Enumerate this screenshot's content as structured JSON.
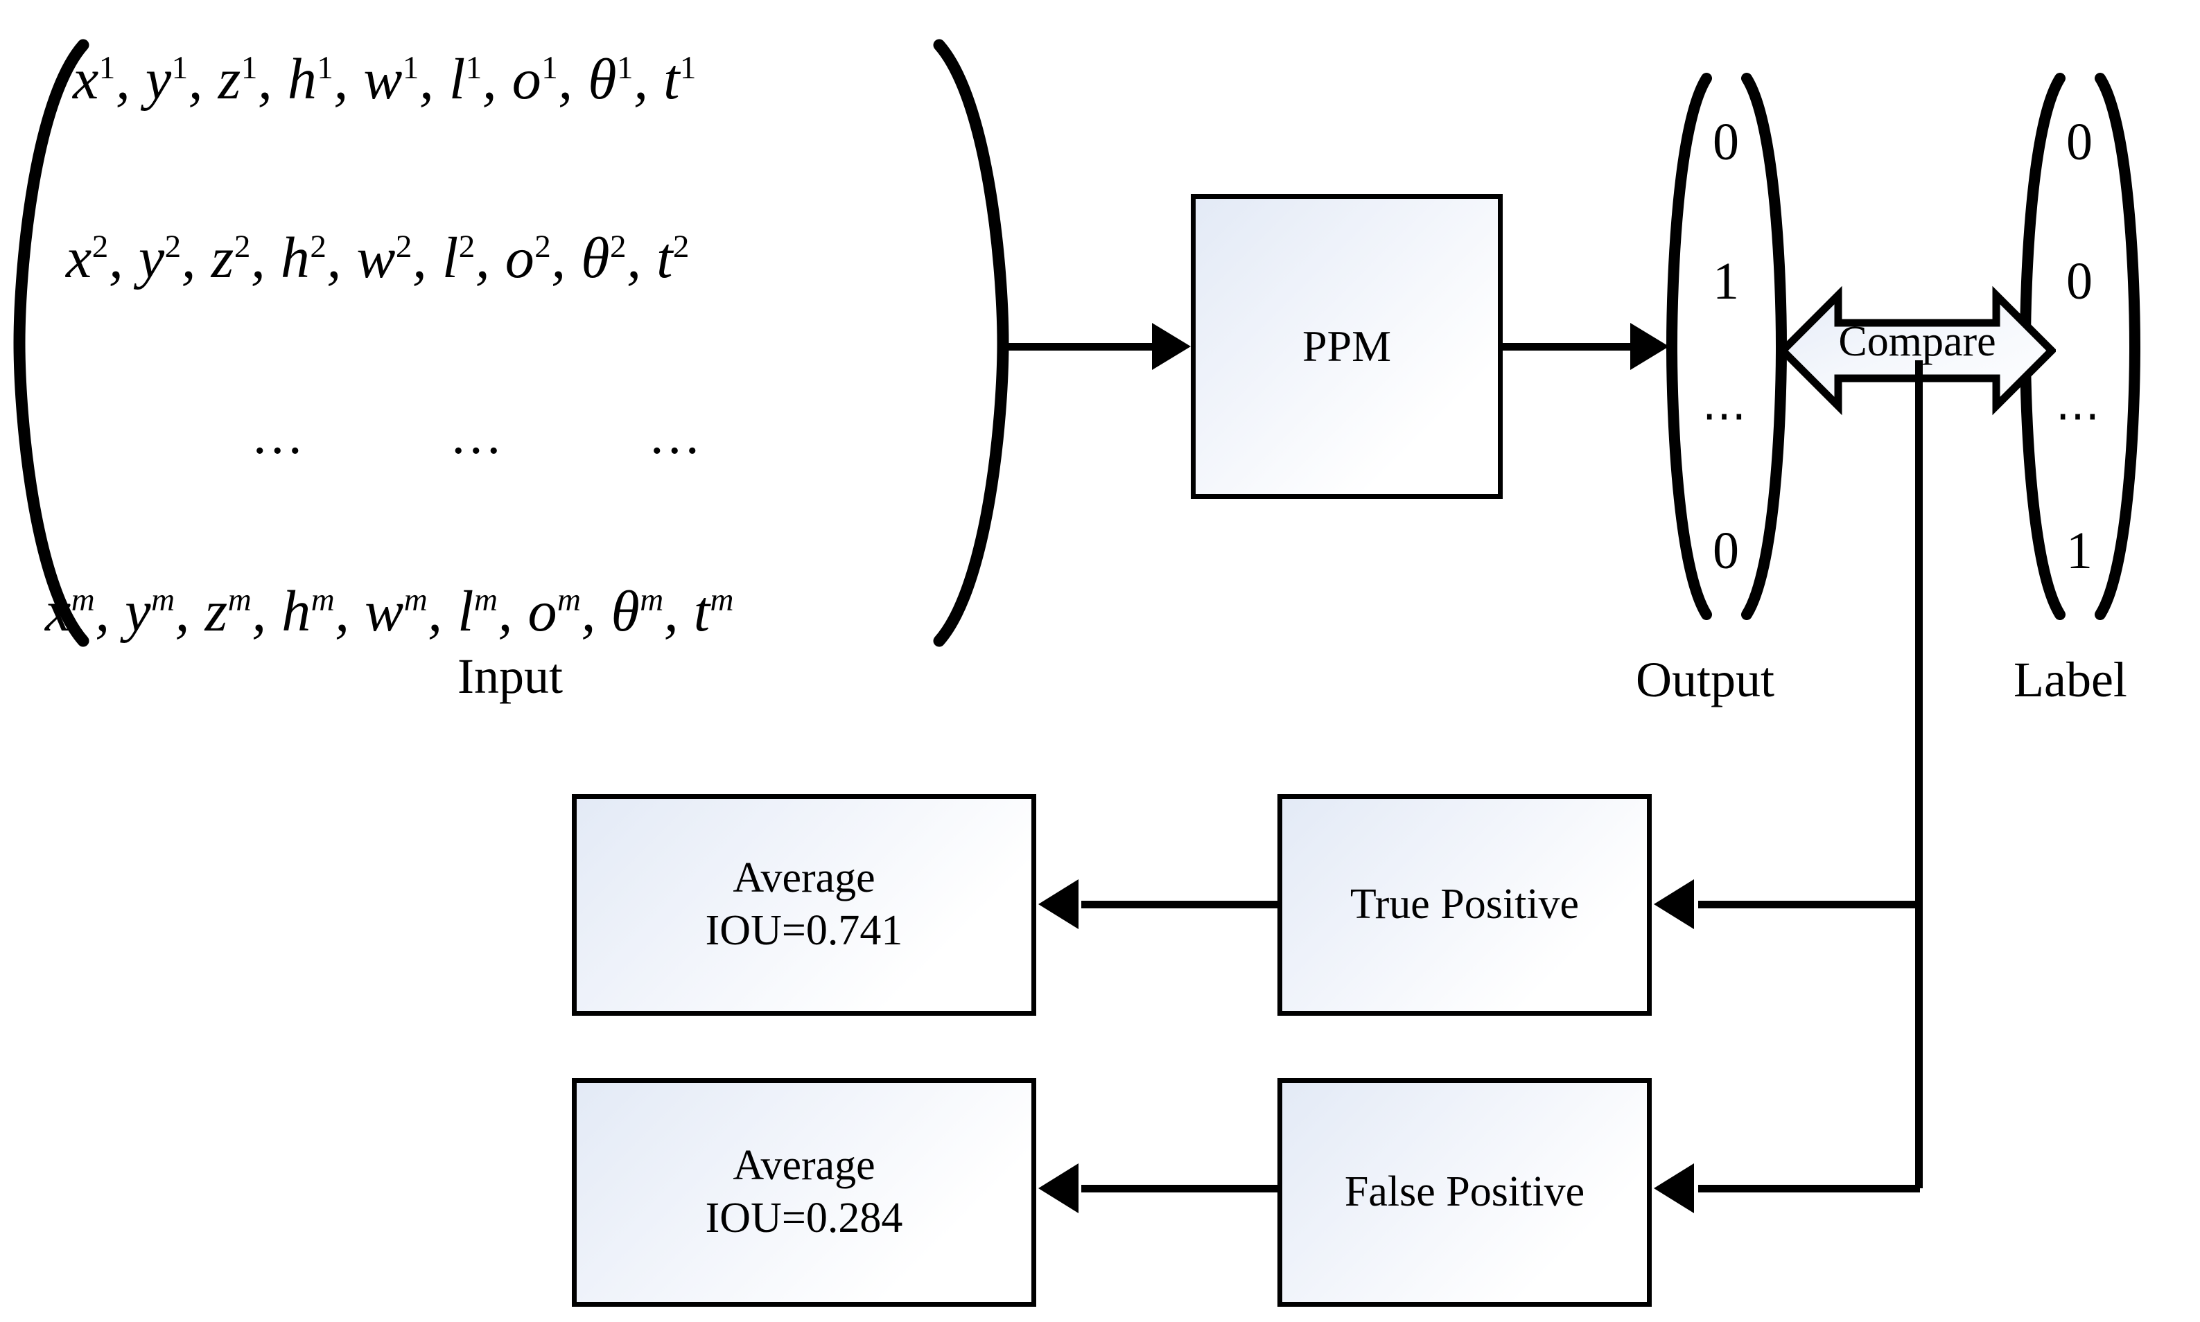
{
  "diagram": {
    "title": "PPM evaluation pipeline",
    "colors": {
      "box_fill_start": "#e3eaf6",
      "box_fill_end": "#ffffff",
      "stroke": "#000000",
      "background": "#ffffff"
    }
  },
  "input_matrix": {
    "caption": "Input",
    "rows": [
      {
        "id": "row-1",
        "superscript": "1",
        "vars": [
          "x",
          "y",
          "z",
          "h",
          "w",
          "l",
          "o",
          "θ",
          "t"
        ]
      },
      {
        "id": "row-2",
        "superscript": "2",
        "vars": [
          "x",
          "y",
          "z",
          "h",
          "w",
          "l",
          "o",
          "θ",
          "t"
        ]
      },
      {
        "id": "row-ellipsis",
        "dots": [
          "...",
          "...",
          "..."
        ]
      },
      {
        "id": "row-m",
        "superscript": "m",
        "vars": [
          "x",
          "y",
          "z",
          "h",
          "w",
          "l",
          "o",
          "θ",
          "t"
        ]
      }
    ],
    "row1_text": "x¹, y¹, z¹, h¹, w¹, l¹, o¹, θ¹, t¹",
    "row2_text": "x², y², z², h², w², l², o², θ², t²",
    "rowm_text": "xᵐ, yᵐ, zᵐ, hᵐ, wᵐ, lᵐ, oᵐ, θᵐ, tᵐ",
    "dots": "..."
  },
  "ppm": {
    "label": "PPM"
  },
  "output_vector": {
    "caption": "Output",
    "values": [
      "0",
      "1",
      "⋯",
      "0"
    ]
  },
  "label_vector": {
    "caption": "Label",
    "values": [
      "0",
      "0",
      "⋯",
      "1"
    ]
  },
  "compare": {
    "label": "Compare"
  },
  "metrics": [
    {
      "source_label": "True Positive",
      "result_line1": "Average",
      "result_line2": "IOU=0.741",
      "iou_value": 0.741
    },
    {
      "source_label": "False Positive",
      "result_line1": "Average",
      "result_line2": "IOU=0.284",
      "iou_value": 0.284
    }
  ]
}
